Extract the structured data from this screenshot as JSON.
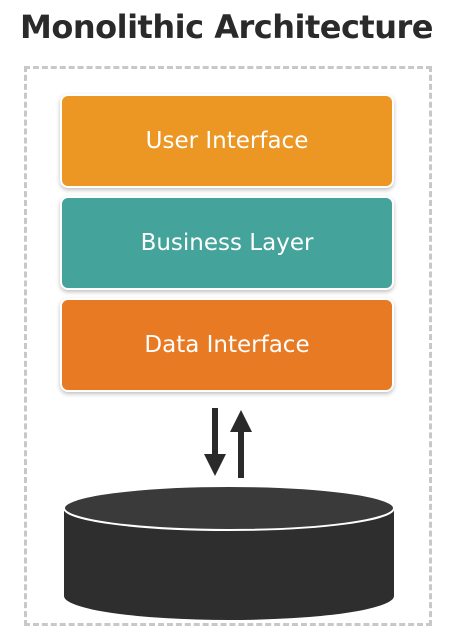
{
  "title": "Monolithic Architecture",
  "layers": [
    {
      "label": "User Interface",
      "color": "#ec9624"
    },
    {
      "label": "Business Layer",
      "color": "#44a39a"
    },
    {
      "label": "Data Interface",
      "color": "#e87a24"
    }
  ],
  "database": {
    "color": "#2e2e2e",
    "top_color": "#3a3a3a"
  },
  "arrow_color": "#2a2a2a",
  "frame_color": "#c8c8c8"
}
